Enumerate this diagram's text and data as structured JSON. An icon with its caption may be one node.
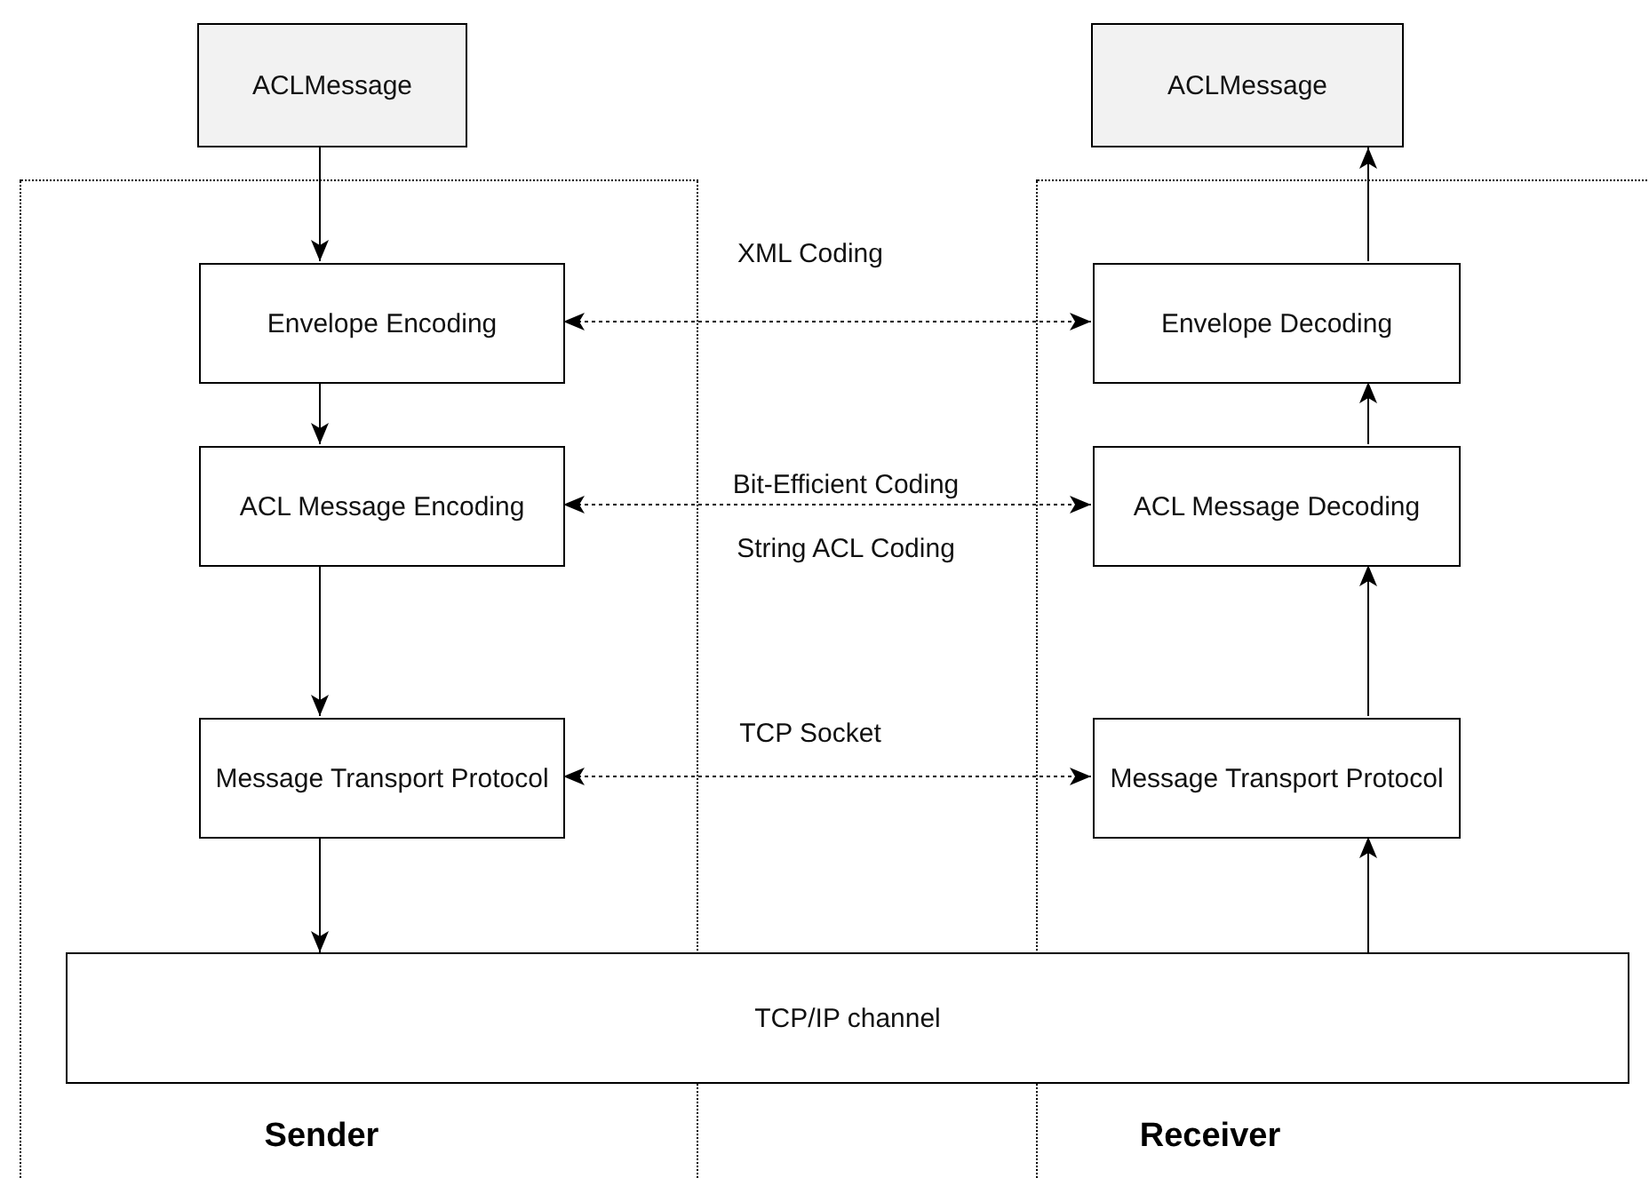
{
  "diagram": {
    "nodes": [
      {
        "text": [
          "ACLMessage"
        ]
      },
      {
        "text": [
          "ACLMessage"
        ]
      },
      {
        "text": [
          "Sender"
        ]
      },
      {
        "text": [
          "Envelope Encoding"
        ],
        "in": 2
      },
      {
        "text": [
          "Receiver"
        ]
      },
      {
        "text": [
          "Envelope Decoding"
        ],
        "in": 4
      },
      {
        "text": [
          "ACL Message Encoding"
        ],
        "in": 2
      },
      {
        "text": [
          "ACL Message Decoding"
        ],
        "in": 4
      },
      {
        "text": [
          "Message Transport Protocol"
        ],
        "in": 2
      },
      {
        "text": [
          "Message Transport Protocol"
        ],
        "in": 4
      },
      {
        "text": [
          "TCP/IP channel"
        ]
      }
    ],
    "edges": [
      {
        "from": 0,
        "to": 3,
        "arrow": "to"
      },
      {
        "from": 3,
        "to": 6,
        "arrow": "to"
      },
      {
        "from": 6,
        "to": 8,
        "arrow": "to"
      },
      {
        "from": 8,
        "to": 10,
        "arrow": "to"
      },
      {
        "from": 10,
        "to": 9,
        "arrow": "to"
      },
      {
        "from": 9,
        "to": 7,
        "arrow": "to"
      },
      {
        "from": 7,
        "to": 5,
        "arrow": "to"
      },
      {
        "from": 5,
        "to": 1,
        "arrow": "to"
      },
      {
        "from": 3,
        "to": 5,
        "arrow": "both",
        "style": "dashed",
        "label": "XML Coding"
      },
      {
        "from": 6,
        "to": 7,
        "arrow": "both",
        "style": "dashed",
        "label": "Bit-Efficient Coding"
      },
      {
        "from": 8,
        "to": 9,
        "arrow": "both",
        "style": "dashed",
        "label": "TCP Socket"
      }
    ],
    "labels": [
      "String ACL Coding"
    ]
  }
}
